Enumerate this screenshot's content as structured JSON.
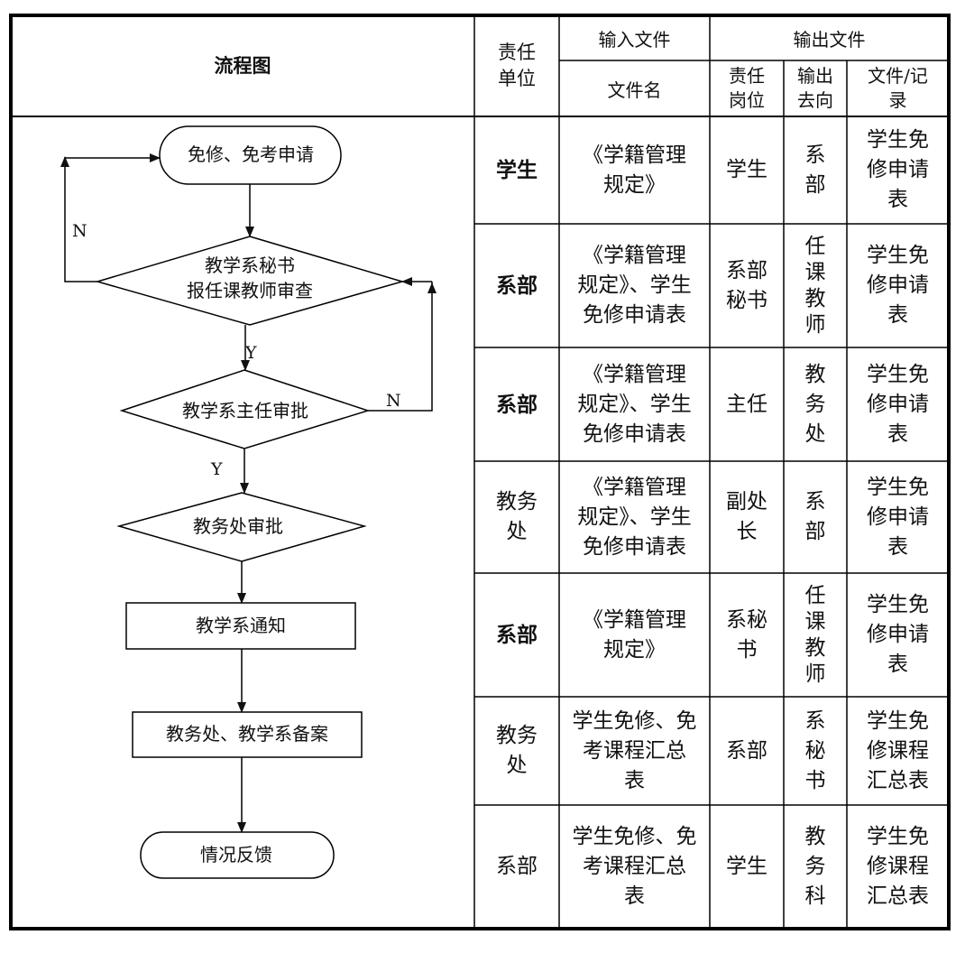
{
  "header": {
    "flowchart": "流程图",
    "responsible_unit": "责任\n单位",
    "input_files": "输入文件",
    "file_name": "文件名",
    "output_files": "输出文件",
    "responsible_post": "责任\n岗位",
    "output_direction": "输出\n去向",
    "file_record": "文件/记\n录"
  },
  "rows": [
    {
      "unit": "学生",
      "unit_bold": true,
      "input": "《学籍管理\n规定》",
      "post": "学生",
      "direction": "系\n部",
      "record": "学生免\n修申请\n表"
    },
    {
      "unit": "系部",
      "unit_bold": true,
      "input": "《学籍管理\n规定》、学生\n免修申请表",
      "post": "系部\n秘书",
      "direction": "任\n课\n教\n师",
      "record": "学生免\n修申请\n表"
    },
    {
      "unit": "系部",
      "unit_bold": true,
      "input": "《学籍管理\n规定》、学生\n免修申请表",
      "post": "主任",
      "direction": "教\n务\n处",
      "record": "学生免\n修申请\n表"
    },
    {
      "unit": "教务\n处",
      "unit_bold": false,
      "input": "《学籍管理\n规定》、学生\n免修申请表",
      "post": "副处\n长",
      "direction": "系\n部",
      "record": "学生免\n修申请\n表"
    },
    {
      "unit": "系部",
      "unit_bold": true,
      "input": "《学籍管理\n规定》",
      "post": "系秘\n书",
      "direction": "任\n课\n教\n师",
      "record": "学生免\n修申请\n表"
    },
    {
      "unit": "教务\n处",
      "unit_bold": false,
      "input": "学生免修、免\n考课程汇总\n表",
      "post": "系部",
      "direction": "系\n秘\n书",
      "record": "学生免\n修课程\n汇总表"
    },
    {
      "unit": "系部",
      "unit_bold": false,
      "input": "学生免修、免\n考课程汇总\n表",
      "post": "学生",
      "direction": "教\n务\n科",
      "record": "学生免\n修课程\n汇总表"
    }
  ],
  "flow": {
    "start": "免修、免考申请",
    "secretary_review_line1": "教学系秘书",
    "secretary_review_line2": "报任课教师审查",
    "director_approval": "教学系主任审批",
    "academic_affairs_approval": "教务处审批",
    "department_notice": "教学系通知",
    "filing": "教务处、教学系备案",
    "feedback": "情况反馈",
    "label_yes": "Y",
    "label_no": "N"
  }
}
